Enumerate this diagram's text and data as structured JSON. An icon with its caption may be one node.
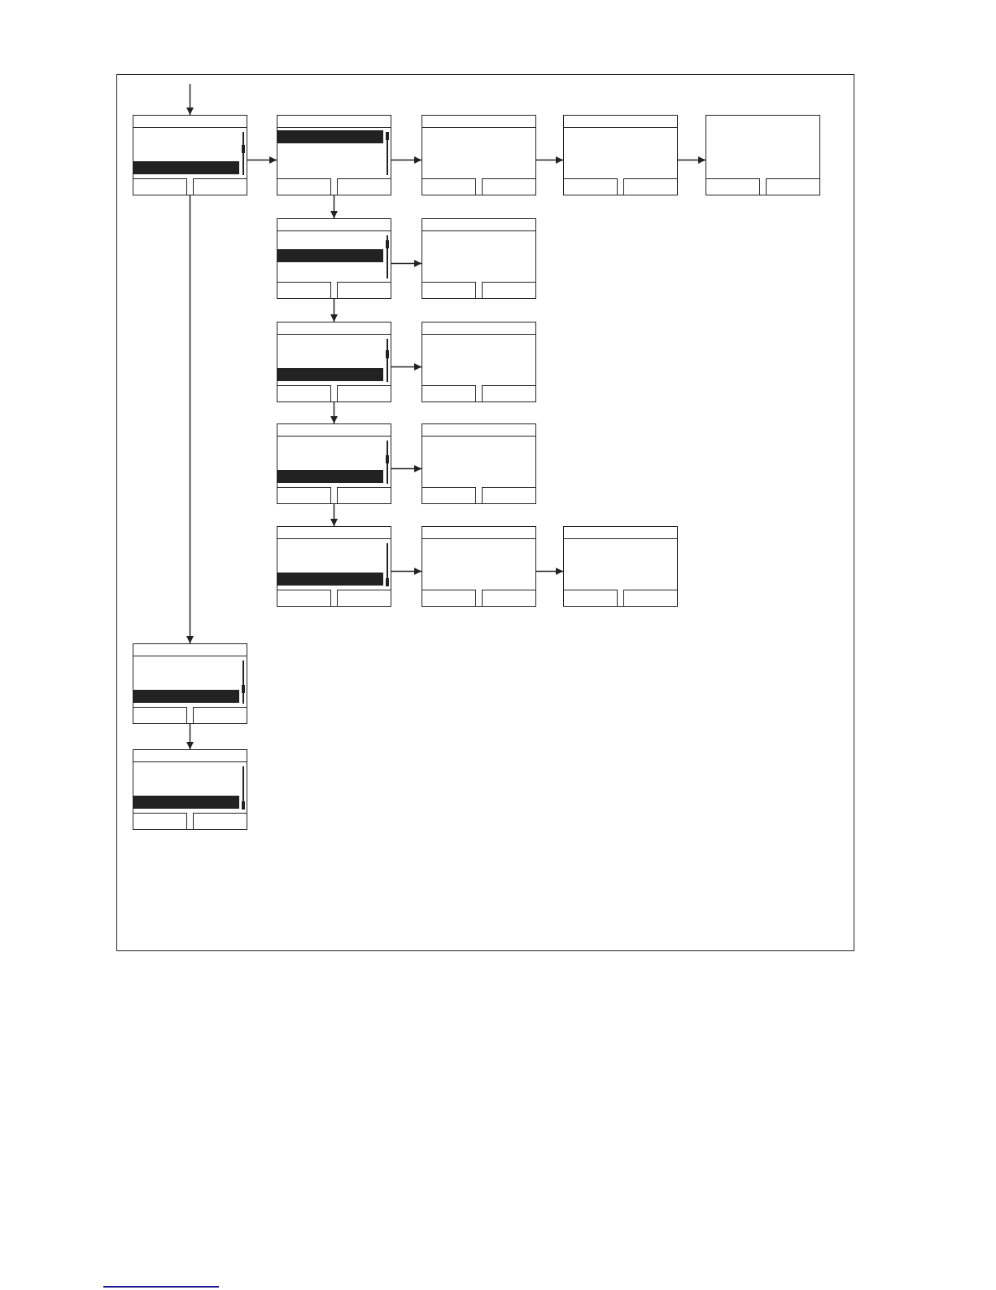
{
  "diagram": {
    "nodes": [
      {
        "text": [],
        "shape": "screen"
      },
      {
        "text": [],
        "shape": "screen"
      },
      {
        "text": [],
        "shape": "screen"
      },
      {
        "text": [],
        "shape": "screen"
      },
      {
        "text": [],
        "shape": "screen"
      },
      {
        "text": [],
        "shape": "screen"
      },
      {
        "text": [],
        "shape": "screen"
      },
      {
        "text": [],
        "shape": "screen"
      },
      {
        "text": [],
        "shape": "screen"
      },
      {
        "text": [],
        "shape": "screen"
      },
      {
        "text": [],
        "shape": "screen"
      },
      {
        "text": [],
        "shape": "screen"
      },
      {
        "text": [],
        "shape": "screen"
      },
      {
        "text": [],
        "shape": "screen"
      },
      {
        "text": [],
        "shape": "screen"
      },
      {
        "text": [],
        "shape": "screen"
      }
    ],
    "edges": [
      {
        "from": null,
        "to": 0,
        "arrow": "to"
      },
      {
        "from": 0,
        "to": 1,
        "arrow": "to"
      },
      {
        "from": 1,
        "to": 2,
        "arrow": "to"
      },
      {
        "from": 2,
        "to": 3,
        "arrow": "to"
      },
      {
        "from": 3,
        "to": 4,
        "arrow": "to"
      },
      {
        "from": 1,
        "to": 5,
        "arrow": "to"
      },
      {
        "from": 5,
        "to": 6,
        "arrow": "to"
      },
      {
        "from": 5,
        "to": 7,
        "arrow": "to"
      },
      {
        "from": 7,
        "to": 8,
        "arrow": "to"
      },
      {
        "from": 7,
        "to": 9,
        "arrow": "to"
      },
      {
        "from": 9,
        "to": 10,
        "arrow": "to"
      },
      {
        "from": 9,
        "to": 11,
        "arrow": "to"
      },
      {
        "from": 11,
        "to": 12,
        "arrow": "to"
      },
      {
        "from": 12,
        "to": 13,
        "arrow": "to"
      },
      {
        "from": 0,
        "to": 14,
        "arrow": "to"
      },
      {
        "from": 14,
        "to": 15,
        "arrow": "to"
      }
    ]
  }
}
